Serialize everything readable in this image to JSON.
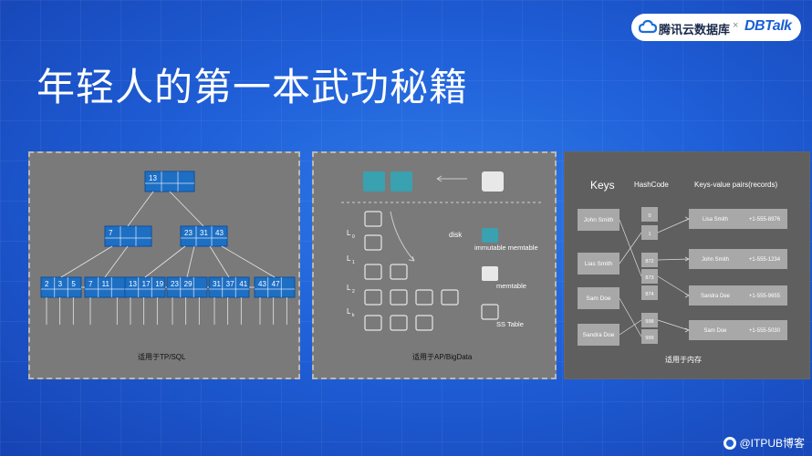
{
  "header": {
    "brand_cn": "腾讯云数据库",
    "separator": "×",
    "brand_en": "DBTalk"
  },
  "title": "年轻人的第一本武功秘籍",
  "btree": {
    "root": "13",
    "level2": [
      [
        "7"
      ],
      [
        "23",
        "31",
        "43"
      ]
    ],
    "leaves": [
      [
        "2",
        "3",
        "5"
      ],
      [
        "7",
        "11"
      ],
      [
        "13",
        "17",
        "19"
      ],
      [
        "23",
        "29"
      ],
      [
        "31",
        "37",
        "41"
      ],
      [
        "43",
        "47"
      ]
    ],
    "caption": "适用于TP/SQL"
  },
  "lsm": {
    "levels": [
      "L0",
      "L1",
      "L2",
      "Lk"
    ],
    "legend": {
      "disk": "disk",
      "immutable": "immutable memtable",
      "memtable": "memtable",
      "sstable": "SS Table"
    },
    "caption": "适用于AP/BigData"
  },
  "hash": {
    "headers": {
      "keys": "Keys",
      "hashcode": "HashCode",
      "pairs": "Keys-value pairs(records)"
    },
    "keys": [
      "John Smith",
      "Lias Smith",
      "Sam Doe",
      "Sandra Doe"
    ],
    "codes": [
      "0",
      "1",
      "872",
      "873",
      "874",
      "998",
      "999"
    ],
    "records": [
      {
        "name": "Lisa Smith",
        "phone": "+1-555-8976"
      },
      {
        "name": "John Smith",
        "phone": "+1-555-1234"
      },
      {
        "name": "Sandra Dee",
        "phone": "+1-555-9655"
      },
      {
        "name": "Sam Doe",
        "phone": "+1-555-5030"
      }
    ],
    "caption": "适用于内存"
  },
  "watermark": "@ITPUB博客",
  "colors": {
    "node_blue": "#1d6fc4",
    "teal": "#3aa1b0",
    "panel": "#7a7a7a",
    "hash_panel": "#5f5f5f"
  }
}
